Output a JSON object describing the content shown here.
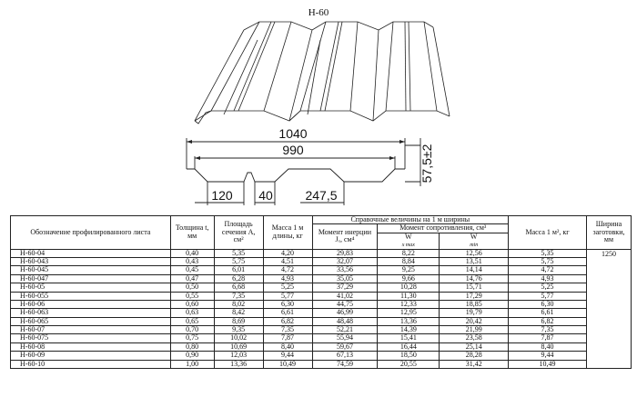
{
  "title": "Н-60",
  "dimensions": {
    "overall_width": "1040",
    "working_width": "990",
    "height": "57,5±2",
    "flange": "120",
    "rib": "40",
    "pitch": "247,5"
  },
  "table": {
    "headers": {
      "designation": "Обозначение профилированного листа",
      "thickness": "Толщина t, мм",
      "area": "Площадь сечения A, см²",
      "mass_len": "Масса 1 м длины, кг",
      "reference": "Справочные величины на 1 м ширины",
      "inertia": "Момент инерции Jₓ, см⁴",
      "moment": "Момент сопротивления, см³",
      "w_max_label": "W",
      "w_max_sub": "x max",
      "w_min_label": "W",
      "w_min_sub": "min",
      "mass_m2": "Масса 1 м², кг",
      "blank_width": "Ширина заготовки, мм"
    },
    "blank_width_value": "1250",
    "rows": [
      [
        "Н-60-04",
        "0,40",
        "5,35",
        "4,20",
        "29,83",
        "8,22",
        "12,56",
        "5,35"
      ],
      [
        "Н-60-043",
        "0,43",
        "5,75",
        "4,51",
        "32,07",
        "8,84",
        "13,51",
        "5,75"
      ],
      [
        "Н-60-045",
        "0,45",
        "6,01",
        "4,72",
        "33,56",
        "9,25",
        "14,14",
        "4,72"
      ],
      [
        "Н-60-047",
        "0,47",
        "6,28",
        "4,93",
        "35,05",
        "9,66",
        "14,76",
        "4,93"
      ],
      [
        "Н-60-05",
        "0,50",
        "6,68",
        "5,25",
        "37,29",
        "10,28",
        "15,71",
        "5,25"
      ],
      [
        "Н-60-055",
        "0,55",
        "7,35",
        "5,77",
        "41,02",
        "11,30",
        "17,29",
        "5,77"
      ],
      [
        "Н-60-06",
        "0,60",
        "8,02",
        "6,30",
        "44,75",
        "12,33",
        "18,85",
        "6,30"
      ],
      [
        "Н-60-063",
        "0,63",
        "8,42",
        "6,61",
        "46,99",
        "12,95",
        "19,79",
        "6,61"
      ],
      [
        "Н-60-065",
        "0,65",
        "8,69",
        "6,82",
        "48,48",
        "13,36",
        "20,42",
        "6,82"
      ],
      [
        "Н-60-07",
        "0,70",
        "9,35",
        "7,35",
        "52,21",
        "14,39",
        "21,99",
        "7,35"
      ],
      [
        "Н-60-075",
        "0,75",
        "10,02",
        "7,87",
        "55,94",
        "15,41",
        "23,58",
        "7,87"
      ],
      [
        "Н-60-08",
        "0,80",
        "10,69",
        "8,40",
        "59,67",
        "16,44",
        "25,14",
        "8,40"
      ],
      [
        "Н-60-09",
        "0,90",
        "12,03",
        "9,44",
        "67,13",
        "18,50",
        "28,28",
        "9,44"
      ],
      [
        "Н-60-10",
        "1,00",
        "13,36",
        "10,49",
        "74,59",
        "20,55",
        "31,42",
        "10,49"
      ]
    ]
  }
}
